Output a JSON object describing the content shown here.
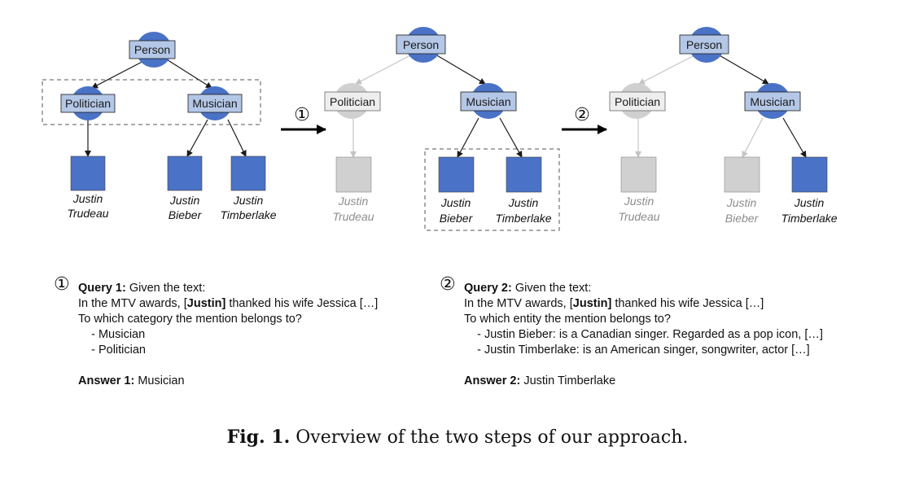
{
  "colors": {
    "blue": "#4a72c6",
    "blue_light": "#b4c7e7",
    "grey": "#d0d0d0",
    "grey_dim": "#b8b8b8",
    "edge": "#1a1a1a",
    "edge_dim": "#c4c4c4"
  },
  "trees": [
    {
      "root": "Person",
      "cat1": "Politician",
      "cat2": "Musician",
      "leaves": [
        {
          "line1": "Justin",
          "line2": "Trudeau"
        },
        {
          "line1": "Justin",
          "line2": "Bieber"
        },
        {
          "line1": "Justin",
          "line2": "Timberlake"
        }
      ]
    },
    {
      "root": "Person",
      "cat1": "Politician",
      "cat2": "Musician",
      "leaves": [
        {
          "line1": "Justin",
          "line2": "Trudeau"
        },
        {
          "line1": "Justin",
          "line2": "Bieber"
        },
        {
          "line1": "Justin",
          "line2": "Timberlake"
        }
      ]
    },
    {
      "root": "Person",
      "cat1": "Politician",
      "cat2": "Musician",
      "leaves": [
        {
          "line1": "Justin",
          "line2": "Trudeau"
        },
        {
          "line1": "Justin",
          "line2": "Bieber"
        },
        {
          "line1": "Justin",
          "line2": "Timberlake"
        }
      ]
    }
  ],
  "steps": [
    "①",
    "②"
  ],
  "query1": {
    "marker": "①",
    "title": "Query 1:",
    "intro": " Given the text:",
    "text_pre": "In the MTV awards, [",
    "mention": "Justin]",
    "text_post": " thanked his wife Jessica […]",
    "question": "To which category the mention belongs to?",
    "options": [
      "    - Musician",
      "    - Politician"
    ],
    "answer_label": "Answer 1:",
    "answer": " Musician"
  },
  "query2": {
    "marker": "②",
    "title": "Query 2:",
    "intro": " Given the text:",
    "text_pre": "In the MTV awards, [",
    "mention": "Justin]",
    "text_post": " thanked his wife Jessica […]",
    "question": "To which entity the mention belongs to?",
    "options": [
      "    - Justin Bieber: is a Canadian singer. Regarded as a pop icon, […]",
      "    - Justin Timberlake: is an American singer, songwriter, actor […]"
    ],
    "answer_label": "Answer 2:",
    "answer": " Justin Timberlake"
  },
  "caption": {
    "label": "Fig. 1.",
    "text": " Overview of the two steps of our approach."
  }
}
